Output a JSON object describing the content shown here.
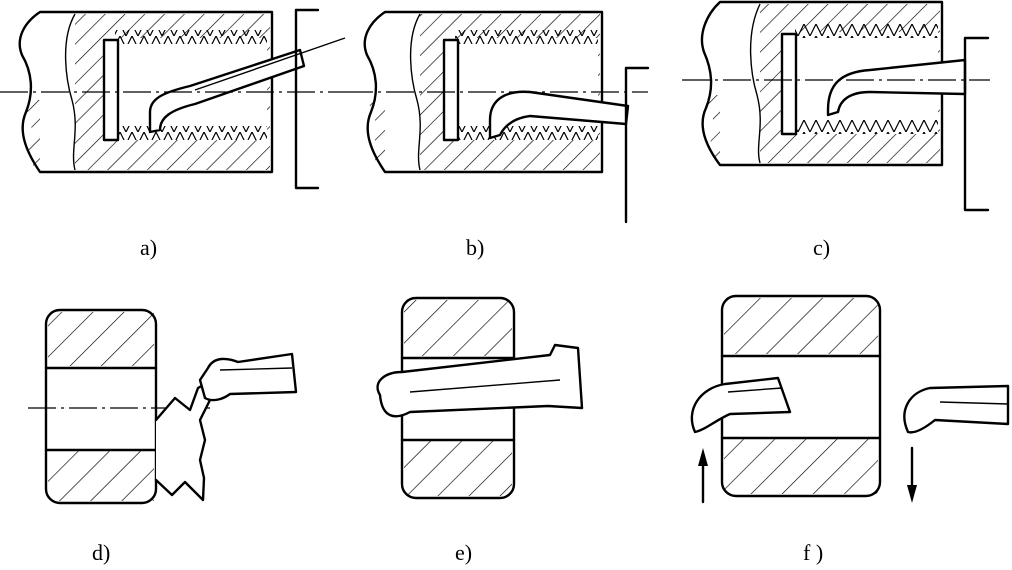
{
  "figure": {
    "labels": {
      "a": "a)",
      "b": "b)",
      "c": "c)",
      "d": "d)",
      "e": "e)",
      "f": "f )"
    }
  }
}
